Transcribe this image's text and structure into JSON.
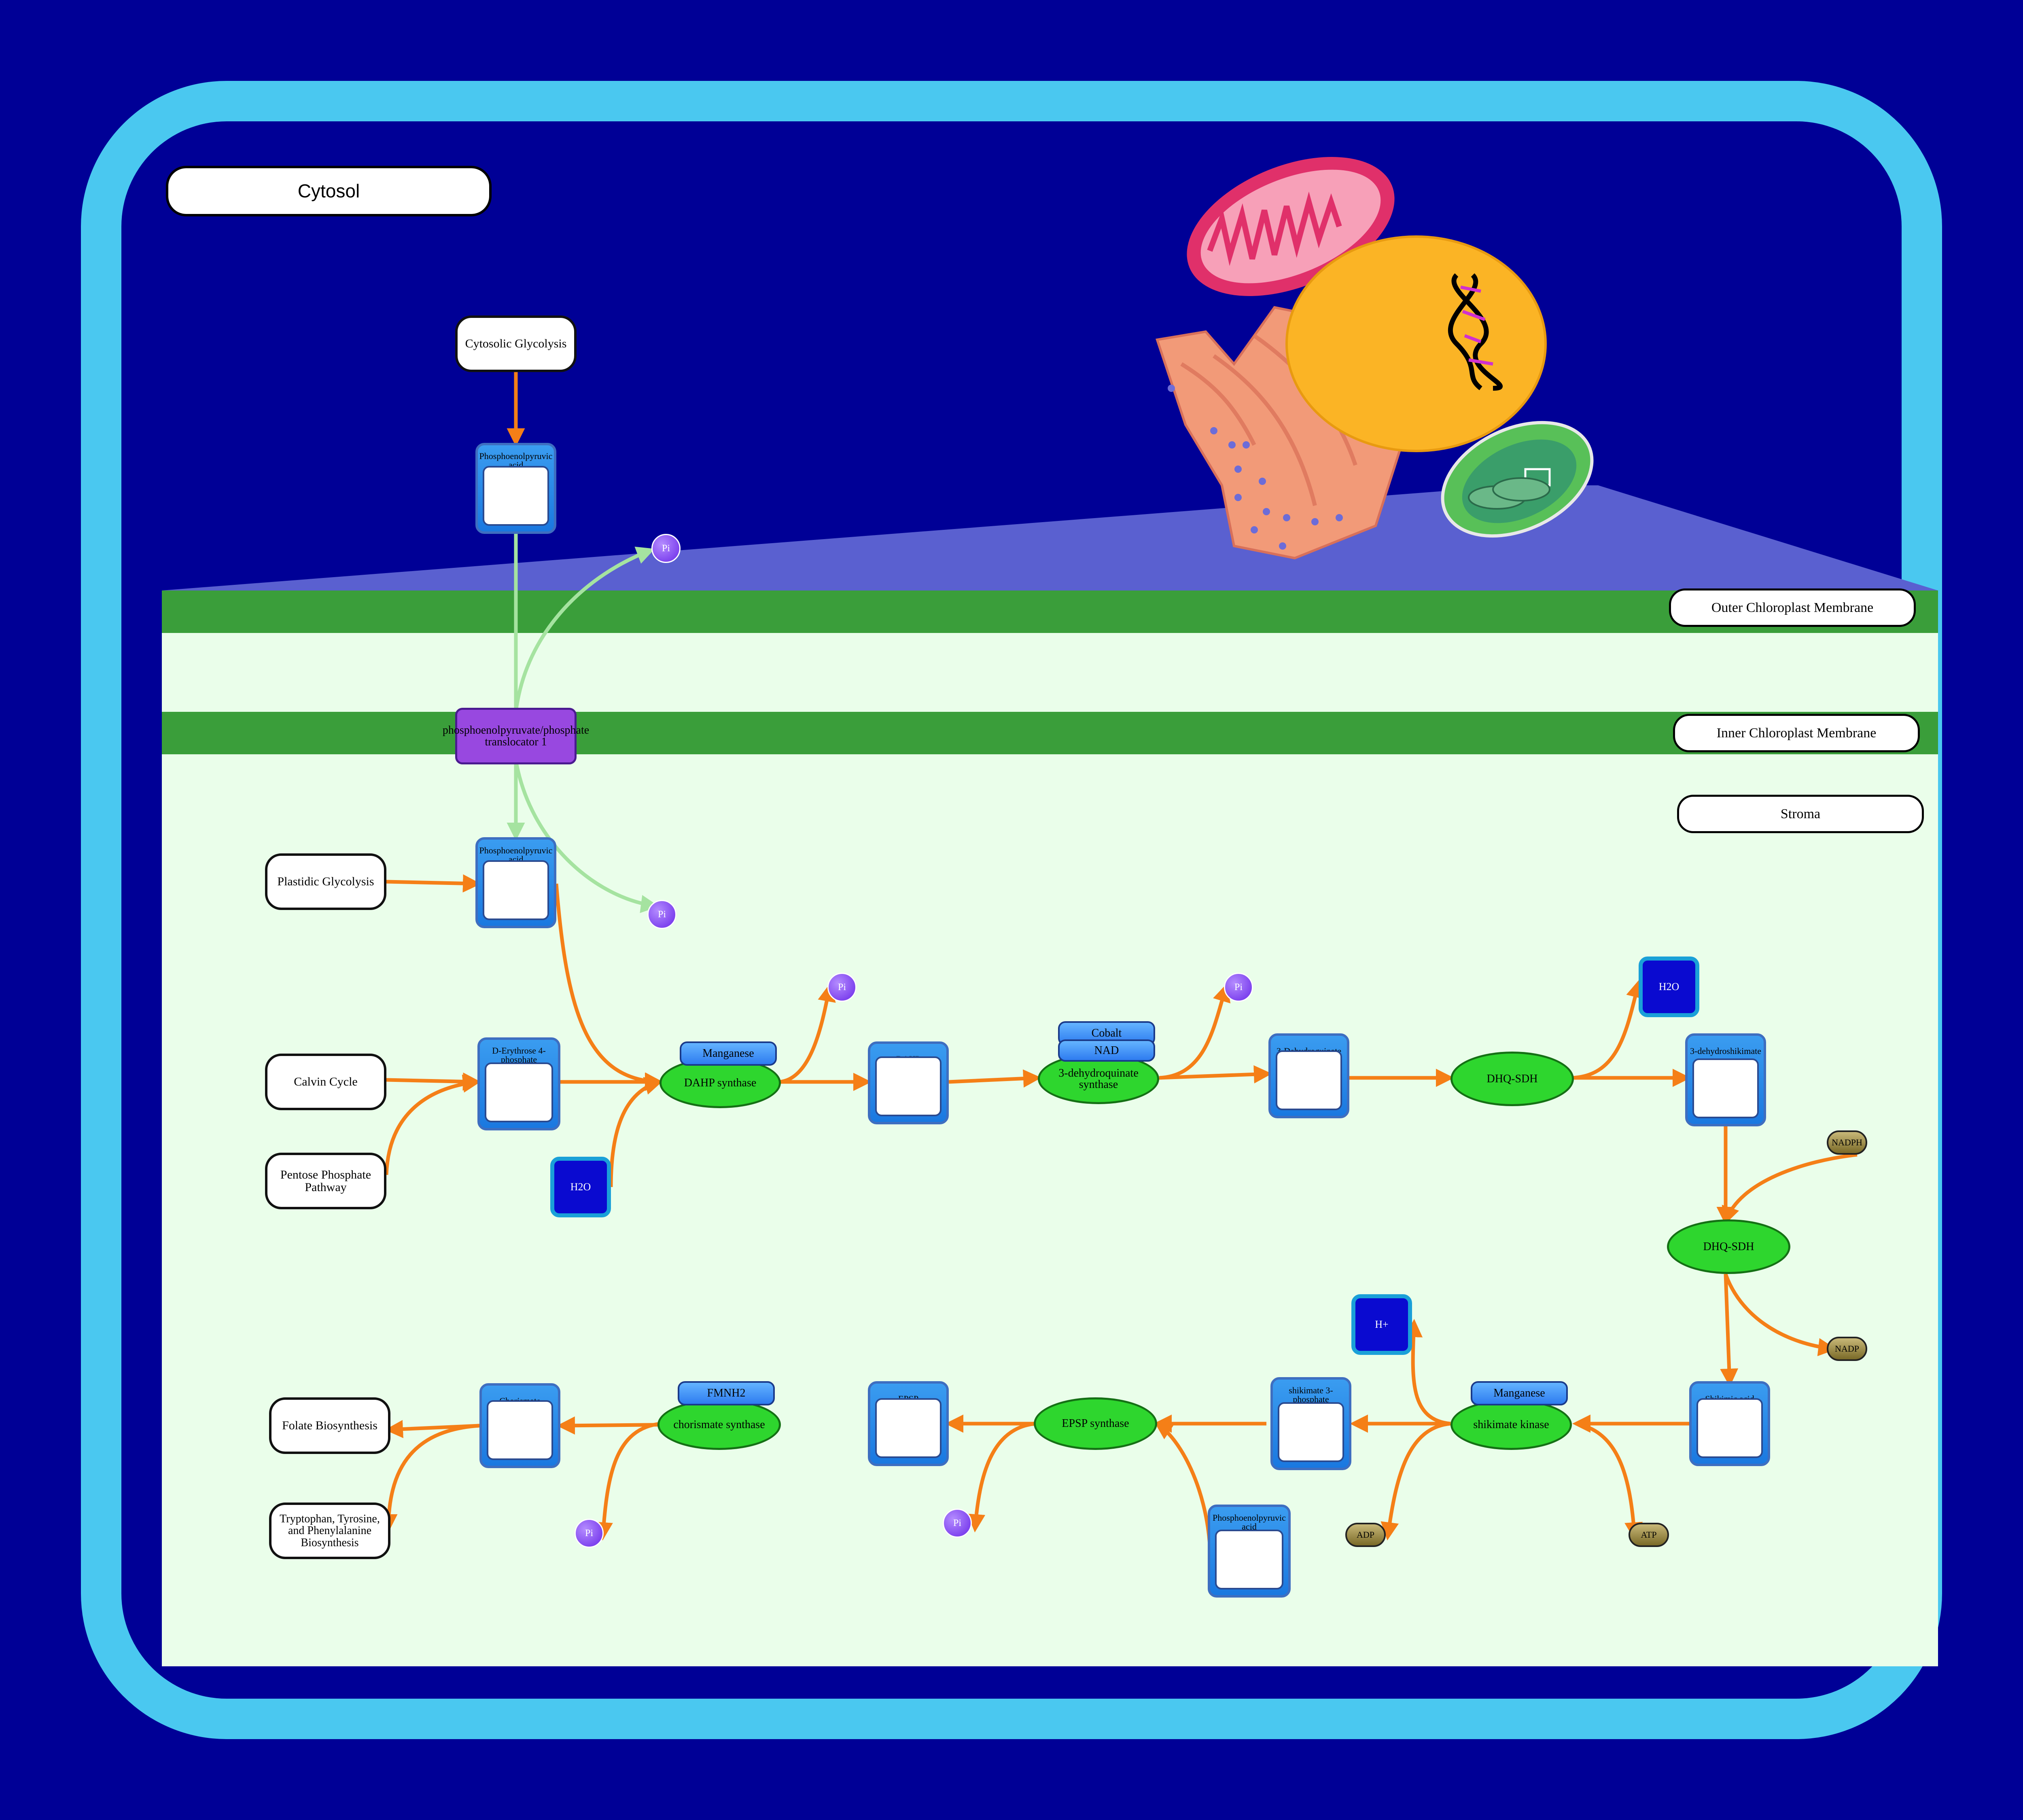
{
  "compartments": {
    "cytosol": "Cytosol",
    "outer_membrane": "Outer Chloroplast Membrane",
    "inner_membrane": "Inner Chloroplast Membrane",
    "stroma": "Stroma"
  },
  "pathways": {
    "cytosolic_glycolysis": "Cytosolic Glycolysis",
    "plastidic_glycolysis": "Plastidic Glycolysis",
    "calvin_cycle": "Calvin Cycle",
    "pentose_phosphate": "Pentose Phosphate Pathway",
    "folate": "Folate Biosynthesis",
    "aromatic": "Tryptophan, Tyrosine, and Phenylalanine Biosynthesis"
  },
  "transporter": "phosphoenolpyruvate/phosphate translocator 1",
  "metabolites": {
    "pep": "Phosphoenolpyruvic acid",
    "e4p": "D-Erythrose 4-phosphate",
    "dahp": "DAHP",
    "dhq": "3-Dehydroquinate",
    "dhs": "3-dehydroshikimate",
    "shikimic": "Shikimic acid",
    "s3p": "shikimate 3-phosphate",
    "epsp": "EPSP",
    "chorismate": "Chorismate"
  },
  "enzymes": {
    "dahp_synthase": "DAHP synthase",
    "dhq_synthase": "3-dehydroquinate synthase",
    "dhq_sdh": "DHQ-SDH",
    "shikimate_kinase": "shikimate kinase",
    "epsp_synthase": "EPSP synthase",
    "chorismate_synthase": "chorismate synthase"
  },
  "cofactors": {
    "manganese": "Manganese",
    "cobalt": "Cobalt",
    "nad": "NAD",
    "fmnh2": "FMNH2"
  },
  "small_molecules": {
    "pi": "Pi",
    "h2o": "H2O",
    "h_plus": "H+",
    "nadph": "NADPH",
    "nadp": "NADP",
    "atp": "ATP",
    "adp": "ADP"
  },
  "colors": {
    "background": "#000096",
    "cell_wall": "#4ac8f0",
    "stroma": "#eafeea",
    "membrane": "#3a9e3a",
    "enzyme": "#2ed62e",
    "arrow": "#f57f17",
    "transport_arrow": "#a5e3a0",
    "transporter": "#9848e0"
  }
}
